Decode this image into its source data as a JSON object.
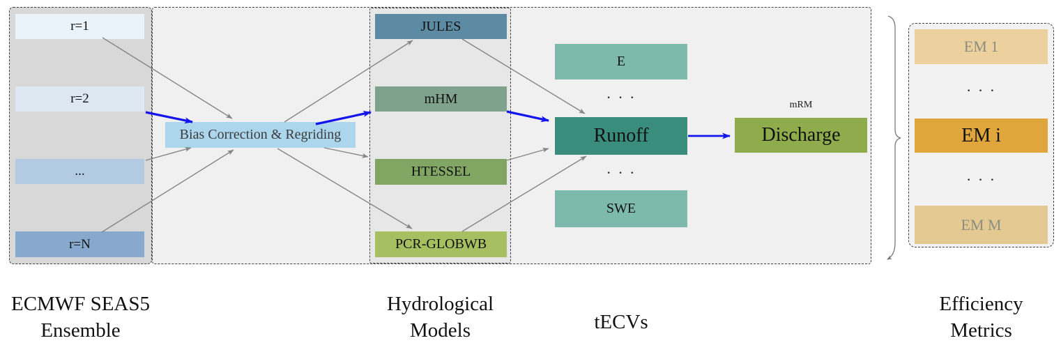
{
  "figure": {
    "ensemble": {
      "caption_line1": "ECMWF SEAS5",
      "caption_line2": "Ensemble",
      "rows": [
        {
          "label": "r=1",
          "color": "#eaf2fa"
        },
        {
          "label": "r=2",
          "color": "#dde8f3"
        },
        {
          "label": "...",
          "color": "#b3cbe2"
        },
        {
          "label": "r=N",
          "color": "#87a9cd"
        }
      ]
    },
    "bias_correction": {
      "label": "Bias Correction & Regriding",
      "color": "#abd6ec"
    },
    "hydro_models": {
      "caption_line1": "Hydrological",
      "caption_line2": "Models",
      "models": [
        {
          "label": "JULES",
          "color": "#5d8ba3"
        },
        {
          "label": "mHM",
          "color": "#7ea28c"
        },
        {
          "label": "HTESSEL",
          "color": "#81a663"
        },
        {
          "label": "PCR-GLOBWB",
          "color": "#a6bf61"
        }
      ]
    },
    "tecvs": {
      "caption": "tECVs",
      "dots": "· · ·",
      "boxes": [
        {
          "label": "E",
          "color": "#7db9ac"
        },
        {
          "label": "Runoff",
          "color": "#3a8d7d"
        },
        {
          "label": "SWE",
          "color": "#7db9ac"
        }
      ]
    },
    "discharge": {
      "label": "Discharge",
      "router_label": "mRM",
      "color": "#8fac4d"
    },
    "metrics": {
      "caption_line1": "Efficiency",
      "caption_line2": "Metrics",
      "dots": "· · ·",
      "rows": [
        {
          "label": "EM 1",
          "color": "#ecd19e"
        },
        {
          "label": "EM i",
          "color": "#e0a63c"
        },
        {
          "label": "EM M",
          "color": "#e4ca92"
        }
      ]
    },
    "colors": {
      "highlight_arrow_blue": "#1414ee",
      "default_arrow_gray": "#858585",
      "brace_gray": "#777777"
    }
  }
}
